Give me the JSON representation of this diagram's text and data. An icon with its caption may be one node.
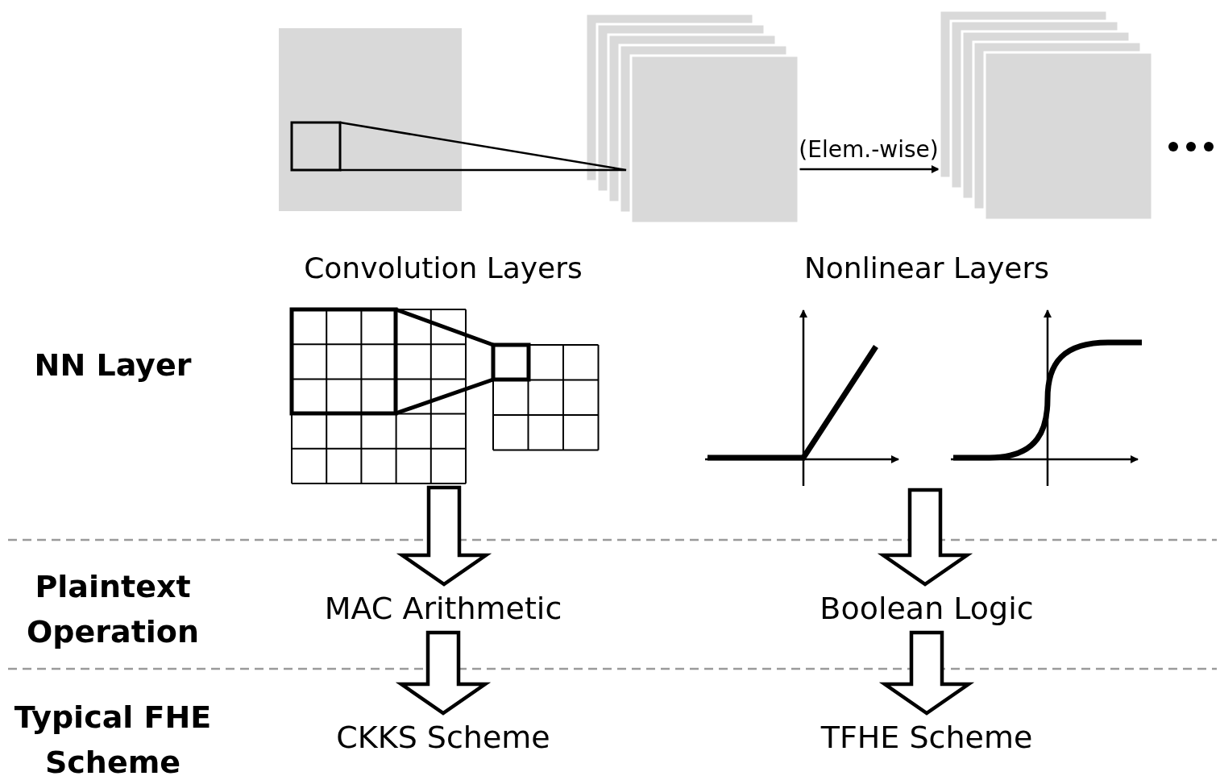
{
  "diagram": {
    "nodes": [
      {
        "text": [],
        "shape": "picture"
      },
      {
        "text": [],
        "shape": "box"
      },
      {
        "text": [],
        "shape": "picture"
      },
      {
        "text": [],
        "shape": "picture"
      },
      {
        "text": [
          "MAC Arithmetic"
        ]
      },
      {
        "text": [
          "Boolean Logic"
        ]
      },
      {
        "text": [
          "CKKS Scheme"
        ]
      },
      {
        "text": [
          "TFHE Scheme"
        ]
      }
    ],
    "edges": [
      {
        "from": 0,
        "to": 1,
        "arrow": "to",
        "label": "(Elem.-wise)"
      },
      {
        "from": 2,
        "to": 4,
        "arrow": "to",
        "style": "thick"
      },
      {
        "from": 4,
        "to": 6,
        "arrow": "to",
        "style": "thick"
      },
      {
        "from": 3,
        "to": 5,
        "arrow": "to",
        "style": "thick"
      },
      {
        "from": 5,
        "to": 7,
        "arrow": "to",
        "style": "thick"
      }
    ],
    "labels": [
      "Convolution Layers",
      "Nonlinear Layers",
      "NN Layer",
      "Plaintext Operation",
      "Typical FHE Scheme"
    ]
  }
}
